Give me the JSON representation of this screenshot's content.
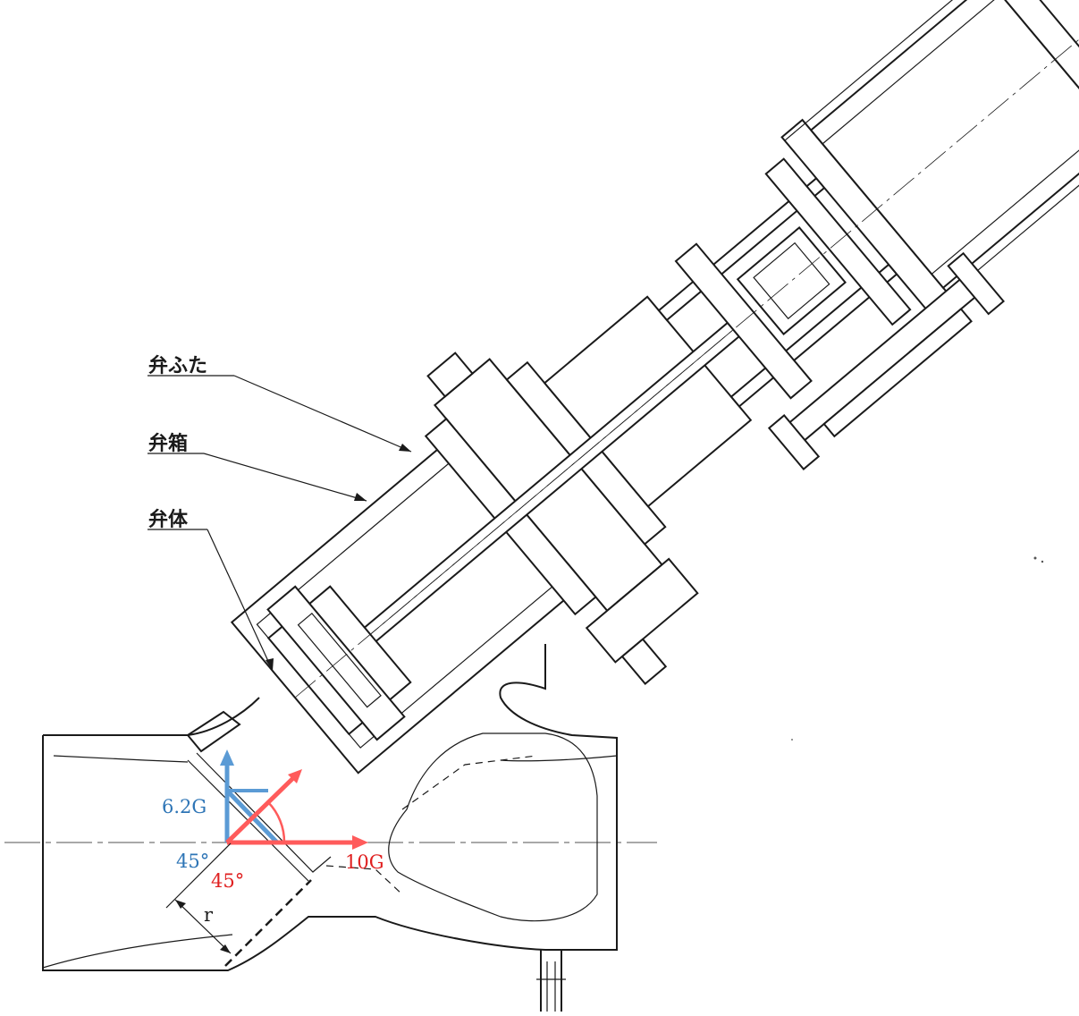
{
  "labels": {
    "bonnet": "弁ふた",
    "valve_box": "弁箱",
    "valve_body": "弁体"
  },
  "annotations": {
    "vertical_accel": "6.2G",
    "horizontal_accel": "10G",
    "angle_blue": "45°",
    "angle_red": "45°",
    "radius": "r"
  },
  "colors": {
    "vertical": "#5b9bd5",
    "vertical_text": "#2e75b6",
    "horizontal": "#ff5b5b",
    "horizontal_text": "#e02020",
    "drawing": "#1a1a1a"
  }
}
